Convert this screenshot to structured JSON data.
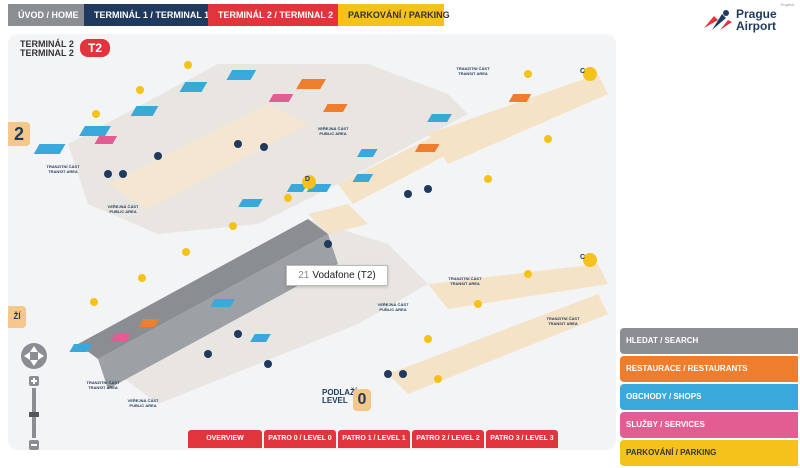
{
  "nav": {
    "home": "ÚVOD / HOME",
    "terminal1": "TERMINÁL 1 / TERMINAL 1",
    "terminal2": "TERMINÁL 2 / TERMINAL 2",
    "parking": "PARKOVÁNÍ / PARKING"
  },
  "logo": {
    "brand_line1": "Prague",
    "brand_line2": "Airport",
    "mini": "English"
  },
  "map": {
    "title_line1": "TERMINÁL 2",
    "title_line2": "TERMINAL 2",
    "badge": "T2",
    "side_level": "2",
    "side_level_lower": "ŽÍ",
    "tooltip_number": "21",
    "tooltip_text": "Vodafone (T2)",
    "level_label_1": "PODLAŽÍ",
    "level_label_2": "LEVEL",
    "level_number": "0",
    "gate_c": "C",
    "gate_d": "D",
    "gate_c2": "C",
    "transit_cz": "TRANZITNÍ ČÁST",
    "transit_en": "TRANSIT AREA",
    "public_cz": "VEŘEJNÁ ČÁST",
    "public_en": "PUBLIC AREA"
  },
  "levels": [
    "OVERVIEW",
    "PATRO 0 / LEVEL 0",
    "PATRO 1 / LEVEL 1",
    "PATRO 2 / LEVEL 2",
    "PATRO 3 / LEVEL 3"
  ],
  "side": {
    "search": "HLEDAT / SEARCH",
    "restaurants": "RESTAURACE / RESTAURANTS",
    "shops": "OBCHODY / SHOPS",
    "services": "SLUŽBY / SERVICES",
    "parking": "PARKOVÁNÍ / PARKING"
  },
  "colors": {
    "terminal1": "#1f3a5c",
    "terminal2": "#e2343c",
    "parking": "#f5c21a",
    "restaurants": "#ef7d2e",
    "shops": "#39a9dc",
    "services": "#e35d93",
    "search": "#8a8d92"
  }
}
